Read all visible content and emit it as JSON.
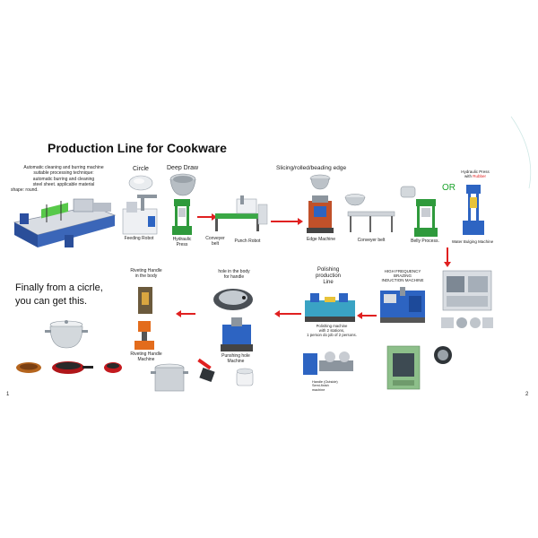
{
  "title": "Production Line for Cookware",
  "intro_lines": [
    "Automatic cleaning and burring machine",
    "suitable processing technique:",
    "automatic burring and cleaning",
    "steel sheet. applicable material",
    "shape: round."
  ],
  "labels": {
    "circle": "Circle",
    "deep_draw": "Deep Draw",
    "feeding_robot": "Feeding Robot",
    "hydraulic_press": "Hydraulic\nPress",
    "conveyer_belt_1": "Conveyer\nbelt",
    "punch_robot": "Punch Robot",
    "slicing_edge": "Slicing/rolled/beading edge",
    "edge_machine": "Edge Machine",
    "conveyor_belt_2": "Conveyer belt",
    "belly_process": "Belly Process.",
    "or": "OR",
    "hp_rubber_1": "Hydraulic Press",
    "hp_rubber_2": "with ",
    "hp_rubber_3": "Rubber",
    "water_bulging": "Water Bulging Machine",
    "brazing": "HIGH FREQUENCY\nBRAZING\nINDUCTION MACHINE",
    "polishing_line": "Polishing\nproduction\nLine",
    "polishing_note": "Polishing machine\nwith 2 stations,\n1 person do job of 2 persons.",
    "handle_note": "Handle (Outside)\nSemi-finish\nmachine",
    "hole_in_body": "hole in the body\nfor handle",
    "punching_hole": "Punshing hole\nMachine",
    "riveting_top": "Riveting Handle\nin the body",
    "riveting_machine": "Riveting Handle\nMachine",
    "finally": "Finally from a cicrle,\nyou can get this.",
    "page_left": "1",
    "page_right": "2"
  },
  "colors": {
    "arrow": "#e02020",
    "machine_blue": "#2a5fb0",
    "machine_green": "#2f9a3c",
    "rubber": "#e02020",
    "or": "#1aa32a"
  }
}
